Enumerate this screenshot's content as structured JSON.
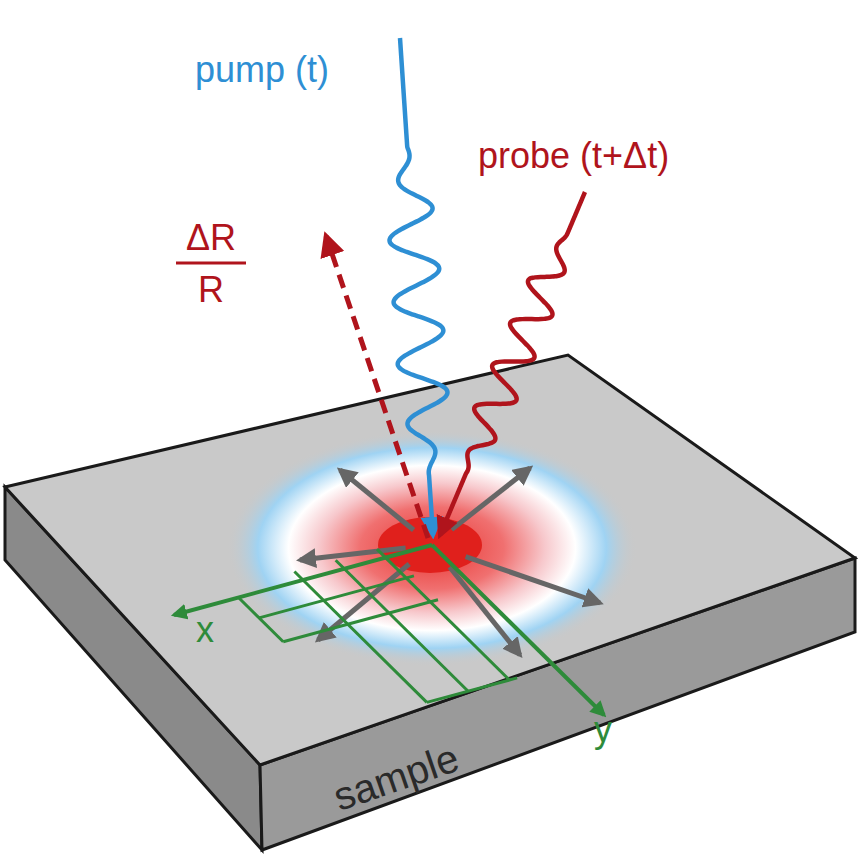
{
  "diagram": {
    "labels": [
      "pump (t)",
      "probe (t+Δt)",
      "ΔR",
      "R",
      "x",
      "y",
      "sample"
    ]
  }
}
